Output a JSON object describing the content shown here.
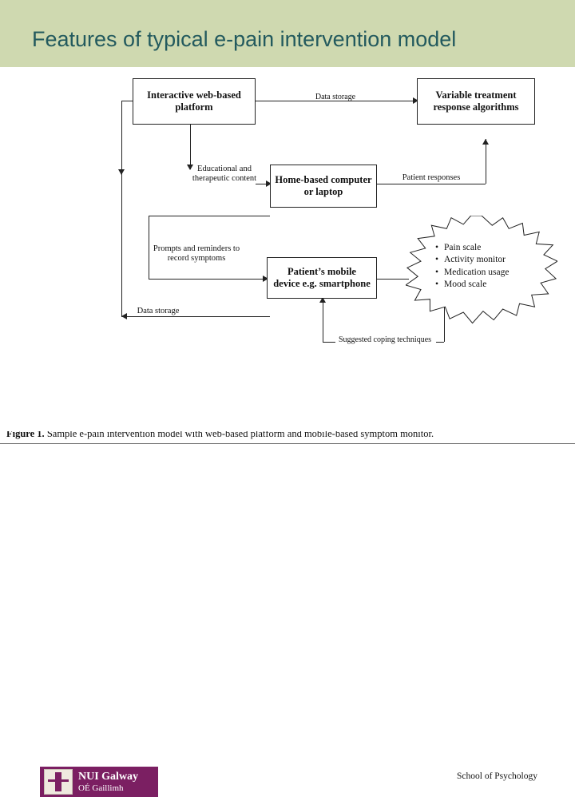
{
  "slide": {
    "title": "Features of typical e-pain intervention model",
    "title_bg": "#cfd9b0",
    "title_color": "#235a5e"
  },
  "figure": {
    "boxes": [
      {
        "id": "web-platform",
        "lines": [
          "Interactive web-based",
          "platform"
        ]
      },
      {
        "id": "algorithms",
        "lines": [
          "Variable treatment",
          "response algorithms"
        ]
      },
      {
        "id": "home-computer",
        "lines": [
          "Home-based computer",
          "or laptop"
        ]
      },
      {
        "id": "mobile-device",
        "lines": [
          "Patient’s mobile",
          "device e.g. smartphone"
        ]
      }
    ],
    "labels": [
      {
        "id": "data-storage-top",
        "lines": [
          "Data storage"
        ]
      },
      {
        "id": "educational-content",
        "lines": [
          "Educational and",
          "therapeutic content"
        ]
      },
      {
        "id": "patient-responses",
        "lines": [
          "Patient responses"
        ]
      },
      {
        "id": "prompts-reminders",
        "lines": [
          "Prompts and reminders to",
          "record symptoms"
        ]
      },
      {
        "id": "data-storage-bottom",
        "lines": [
          "Data storage"
        ]
      },
      {
        "id": "coping-techniques",
        "lines": [
          "Suggested coping techniques"
        ]
      }
    ],
    "monitor_items": [
      "Pain scale",
      "Activity monitor",
      "Medication usage",
      "Mood scale"
    ],
    "caption_bold": "Figure 1.",
    "caption_rest": " Sample e-pain intervention model with web-based platform and mobile-based symptom monitor."
  },
  "footer": {
    "logo_line1": "NUI Galway",
    "logo_line2": "OÉ Gaillimh",
    "logo_bg": "#7b1f62",
    "school_text": "School of Psychology"
  }
}
